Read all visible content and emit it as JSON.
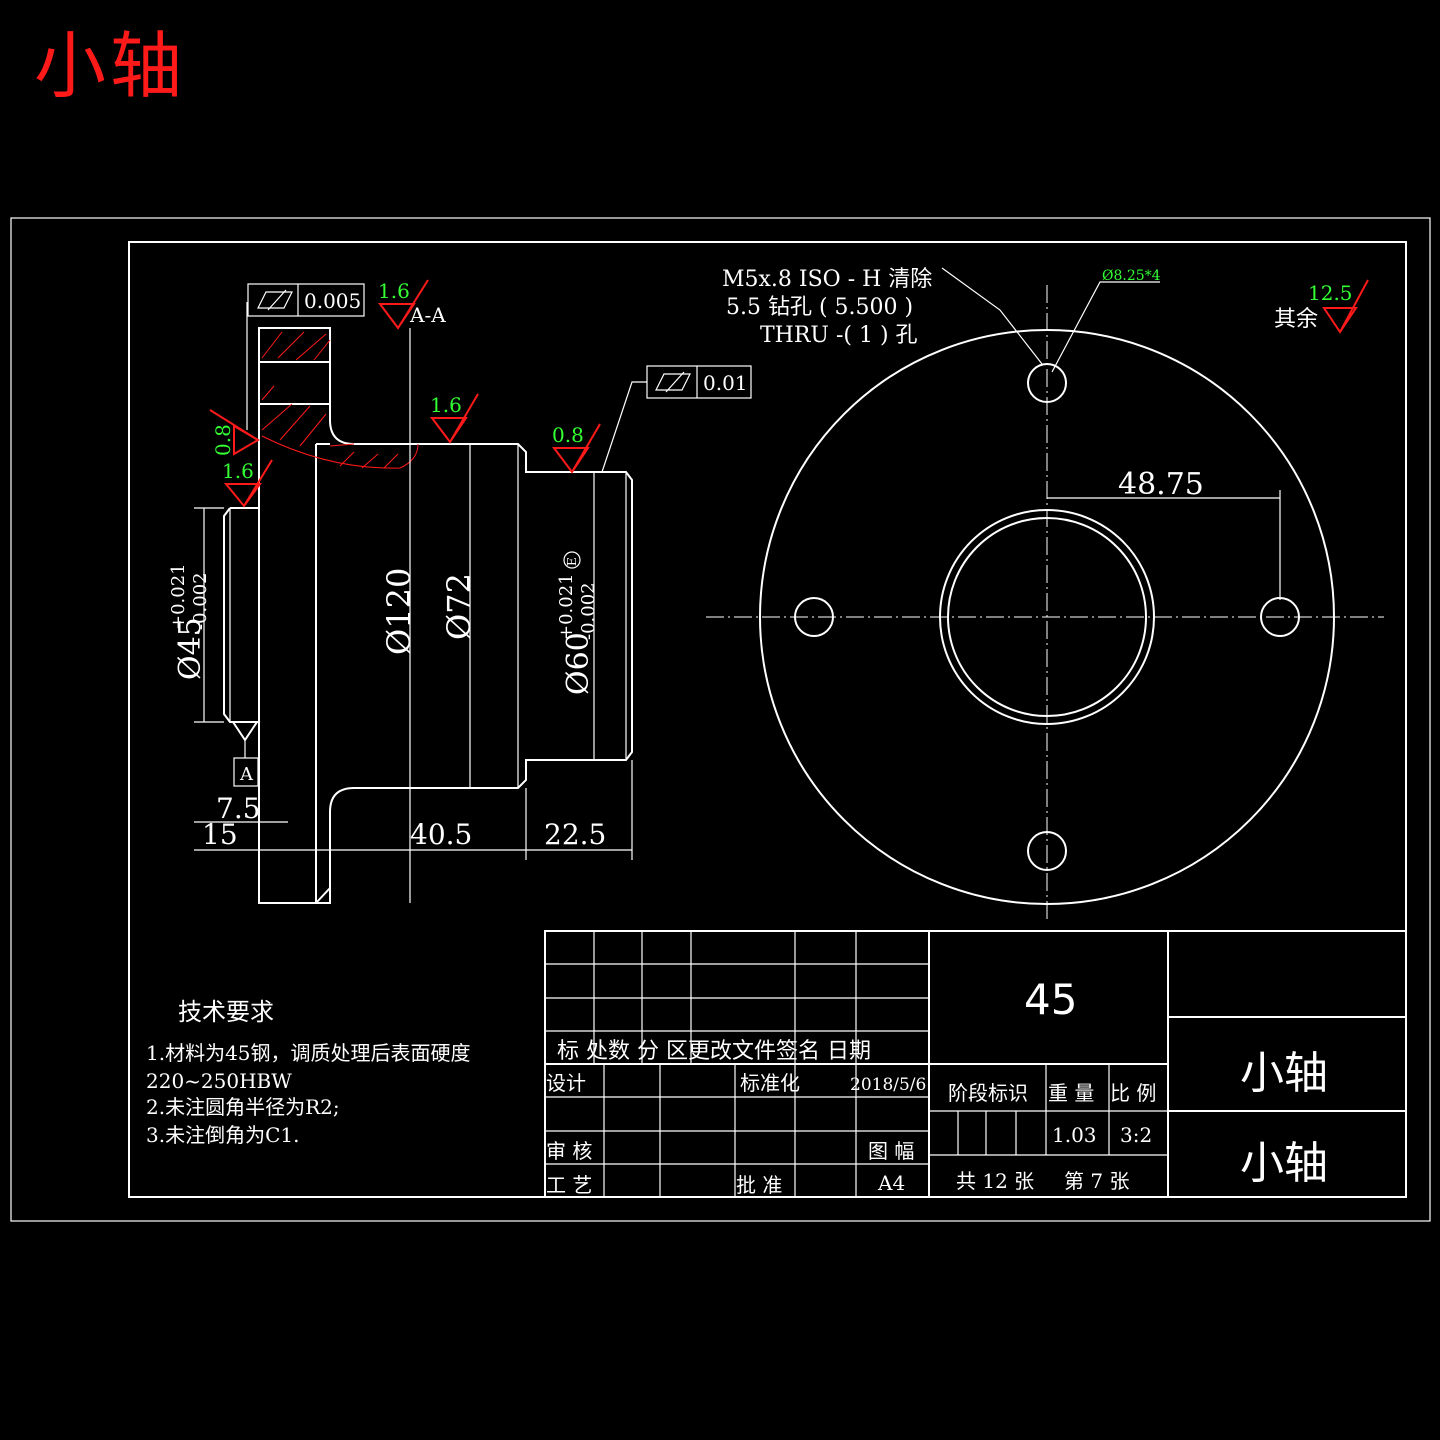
{
  "page_title": "小轴",
  "material": "45",
  "part_name_1": "小轴",
  "part_name_2": "小轴",
  "tech_req": {
    "title": "技术要求",
    "line1": "1.材料为45钢，调质处理后表面硬度",
    "line2": "220~250HBW",
    "line3": "2.未注圆角半径为R2;",
    "line4": "3.未注倒角为C1."
  },
  "hole_note": {
    "line1": "M5x.8 ISO - H 清除",
    "line2": "5.5 钻孔 ( 5.500 )",
    "line3": "THRU  -( 1 ) 孔"
  },
  "hole_callout": "Ø8.25*4",
  "roughness": {
    "other_label": "其余",
    "other": "12.5",
    "top": "1.6",
    "mid": "1.6",
    "shaft": "0.8",
    "left": "0.8",
    "left2": "1.6"
  },
  "section_label": "A-A",
  "datum_label": "A",
  "gdt": {
    "cyl1": "0.005",
    "cyl2": "0.01"
  },
  "dims": {
    "d120": "Ø120",
    "d72": "Ø72",
    "d45": "Ø45",
    "d45_tol_up": "+0.021",
    "d45_tol_dn": "-0.002",
    "d60": "Ø60",
    "d60_tol_up": "+0.021",
    "d60_tol_dn": "-0.002",
    "d60_env": "E",
    "l7_5": "7.5",
    "l15": "15",
    "l40_5": "40.5",
    "l22_5": "22.5",
    "r48_75": "48.75"
  },
  "title_block": {
    "rev_headers": [
      "标",
      "处数",
      "分",
      "区",
      "更改文件",
      "签名",
      "日期"
    ],
    "rev_header_line": "标  处数  分  区更改文件签名  日期",
    "design": "设计",
    "standard": "标准化",
    "date": "2018/5/6",
    "review": "审 核",
    "drawing_size_label": "图 幅",
    "process": "工 艺",
    "approve": "批 准",
    "size": "A4",
    "stage_label": "阶段标识",
    "weight_label": "重 量",
    "scale_label": "比 例",
    "weight": "1.03",
    "scale": "3:2",
    "total": "共 12 张",
    "sheet": "第 7 张"
  }
}
